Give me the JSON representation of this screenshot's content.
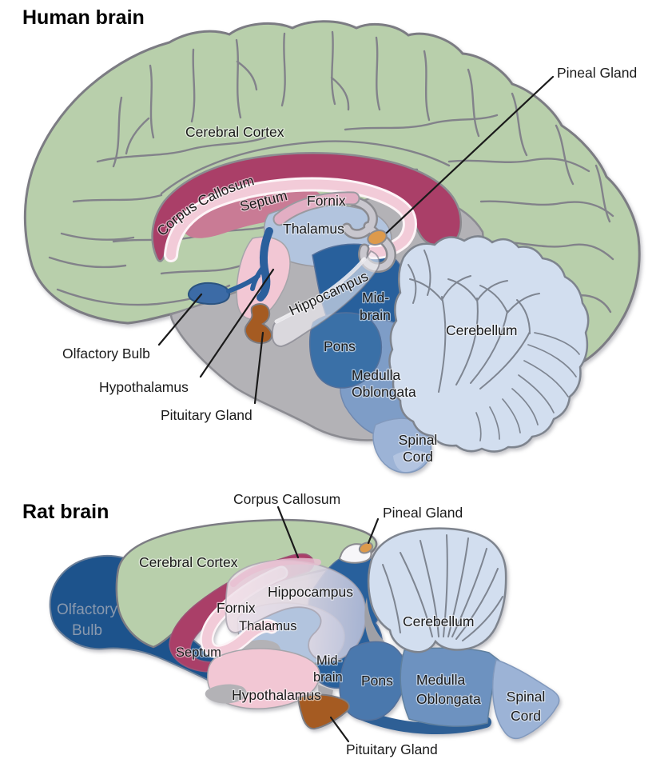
{
  "human": {
    "title": "Human brain",
    "labels": {
      "cerebral_cortex": "Cerebral Cortex",
      "corpus_callosum": "Corpus Callosum",
      "septum": "Septum",
      "fornix": "Fornix",
      "thalamus": "Thalamus",
      "pineal_gland": "Pineal Gland",
      "hippocampus": "Hippocampus",
      "midbrain": [
        "Mid-",
        "brain"
      ],
      "cerebellum": "Cerebellum",
      "pons": "Pons",
      "medulla": [
        "Medulla",
        "Oblongata"
      ],
      "spinal_cord": [
        "Spinal",
        "Cord"
      ],
      "olfactory_bulb": "Olfactory Bulb",
      "hypothalamus": "Hypothalamus",
      "pituitary_gland": "Pituitary Gland"
    }
  },
  "rat": {
    "title": "Rat brain",
    "labels": {
      "corpus_callosum": "Corpus Callosum",
      "pineal_gland": "Pineal Gland",
      "cerebral_cortex": "Cerebral Cortex",
      "olfactory_bulb": [
        "Olfactory",
        "Bulb"
      ],
      "fornix": "Fornix",
      "hippocampus": "Hippocampus",
      "thalamus": "Thalamus",
      "septum": "Septum",
      "midbrain": [
        "Mid-",
        "brain"
      ],
      "hypothalamus": "Hypothalamus",
      "cerebellum": "Cerebellum",
      "pons": "Pons",
      "medulla": [
        "Medulla",
        "Oblongata"
      ],
      "spinal_cord": [
        "Spinal",
        "Cord"
      ],
      "pituitary_gland": "Pituitary Gland"
    }
  },
  "colors": {
    "cortex_green": "#b8cfab",
    "crimson": "#aa3f68",
    "rose": "#c97b95",
    "pink_band": "#f2cbd8",
    "fornix_band": "#e2aec3",
    "thalamus_blue": "#b2c4de",
    "hypothalamus_pink": "#f2c7d4",
    "midbrain_blue": "#28609c",
    "pons_blue": "#3a70a7",
    "medulla_blue": "#7e9dc7",
    "spinal_blue": "#9cb3d6",
    "spinal_tip_blue": "#b3c4e0",
    "cerebellum_blue": "#d2deef",
    "gray_region": "#b3b2b6",
    "olfactory_blue": "#3c6ba6",
    "rat_olfactory_blue": "#1d538c",
    "rat_pons_blue": "#4a78ad",
    "rat_medulla_blue": "#6d92c0",
    "pituitary_brown": "#a55b22",
    "pineal_orange": "#dd9a4c",
    "white_matter": "#f7f6f9"
  }
}
